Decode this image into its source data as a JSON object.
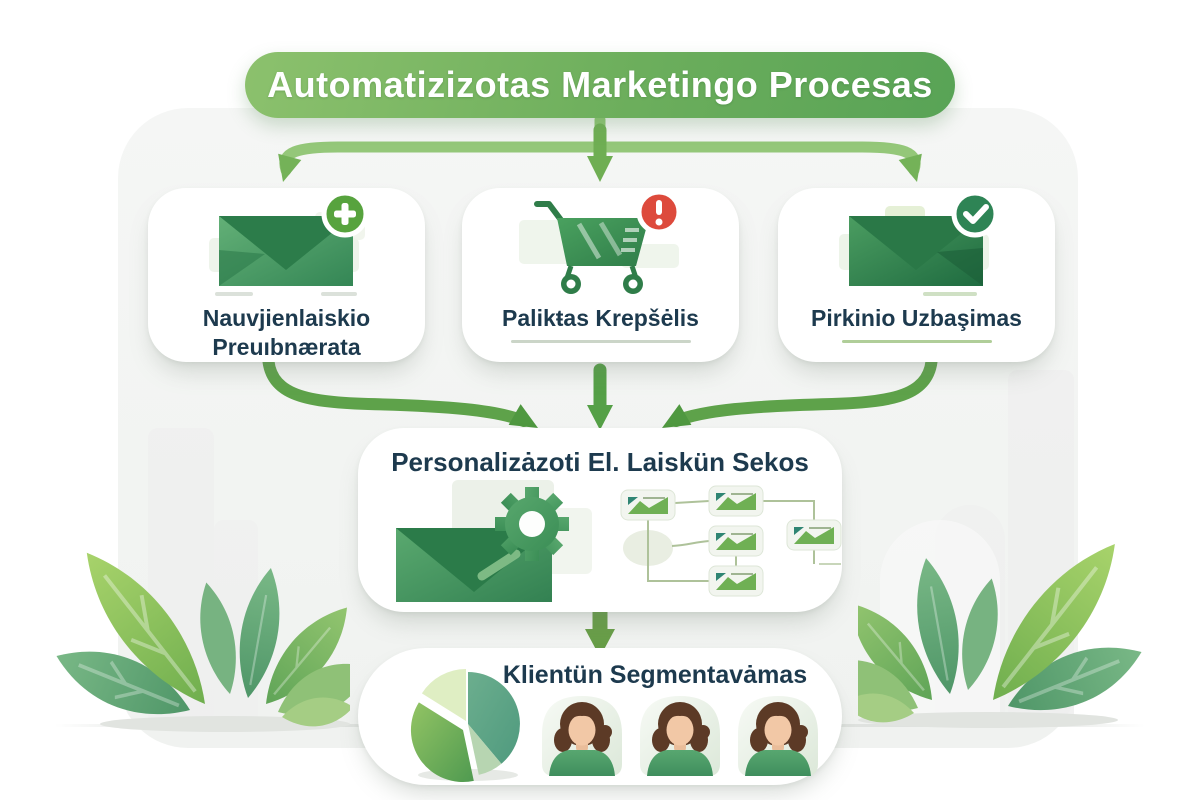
{
  "banner": {
    "title": "Automatizizotas Marketingo Procesas"
  },
  "cards": [
    {
      "id": "newsletter-signup",
      "label_line1": "Nauvjienlaiskio",
      "label_line2": "Preuıbnærata",
      "icon": "envelope-plus-icon",
      "badge": "plus-badge"
    },
    {
      "id": "abandoned-cart",
      "label": "Palikŧas Krepšėlis",
      "icon": "shopping-cart-icon",
      "badge": "alert-badge"
    },
    {
      "id": "purchase-complete",
      "label": "Pirkinio Uzbaşimas",
      "icon": "envelope-check-icon",
      "badge": "check-badge"
    }
  ],
  "middle_box": {
    "title": "Personalizȧzoti El. Laiskün Sekos",
    "icons": [
      "envelope-gear-icon",
      "email-flowchart-icon"
    ]
  },
  "bottom_box": {
    "title": "Klientün Segmentavȧmas",
    "icons": [
      "pie-chart-icon",
      "customer-avatars"
    ],
    "avatar_count": 3
  },
  "colors": {
    "banner_green_start": "#8cc16d",
    "banner_green_end": "#58a356",
    "panel_bg": "#f3f5f3",
    "card_bg": "#ffffff",
    "label_navy": "#1d3a4e",
    "arrow_green_light": "#8ec573",
    "arrow_green": "#5ea24a",
    "badge_plus_green": "#57a33e",
    "badge_alert_red": "#dd4a3c",
    "badge_check_green": "#2e8455",
    "envelope_green": "#348655",
    "cart_green": "#2f7d49",
    "pie_pale_green": "#dfeec3",
    "pie_teal": "#62a88a",
    "pie_main_green": "#6cab53",
    "pie_sage": "#b7d5b1",
    "shirt_green": "#459a68",
    "hair_brown": "#5c3a26",
    "skin_tone": "#f2c8a6",
    "leaf_light_green": "#a8d36b",
    "leaf_dark_green": "#4f9668"
  }
}
